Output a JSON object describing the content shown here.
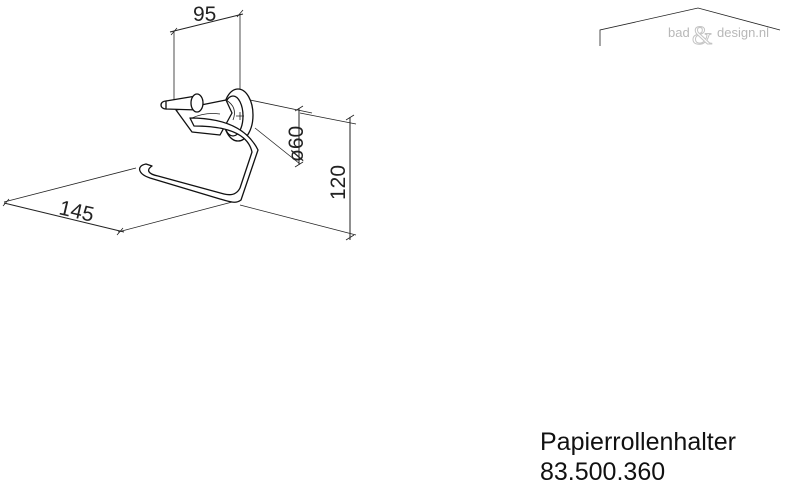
{
  "watermark": {
    "left": "bad",
    "amp": "&",
    "right": "design.nl"
  },
  "dimensions": {
    "width_top": "95",
    "diameter": "ø60",
    "height": "120",
    "depth": "145"
  },
  "product": {
    "name": "Papierrollenhalter",
    "code": "83.500.360"
  }
}
